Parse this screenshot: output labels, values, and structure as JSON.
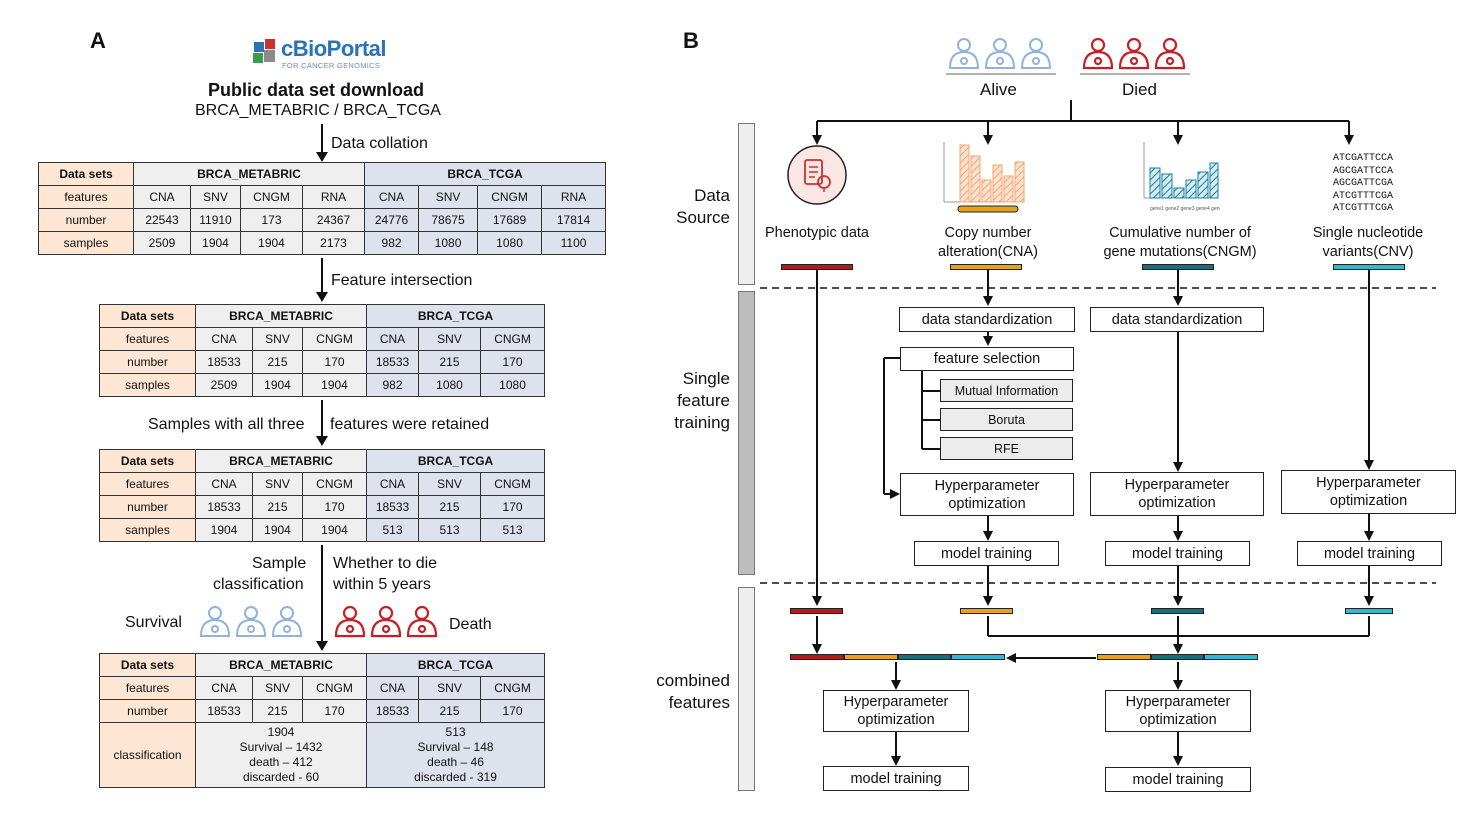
{
  "panelA": {
    "label": "A",
    "logo_text": "cBioPortal",
    "logo_subtext": "FOR CANCER GENOMICS",
    "title": "Public data set download",
    "subtitle": "BRCA_METABRIC / BRCA_TCGA",
    "step1": "Data collation",
    "step2": "Feature intersection",
    "step3_left": "Samples with all three",
    "step3_right": "features were retained",
    "step4_left_1": "Sample",
    "step4_left_2": "classification",
    "step4_right_1": "Whether to die",
    "step4_right_2": "within 5 years",
    "survival_label": "Survival",
    "death_label": "Death",
    "table1": {
      "header": [
        "Data sets",
        "BRCA_METABRIC",
        "BRCA_TCGA"
      ],
      "rows": [
        [
          "features",
          "CNA",
          "SNV",
          "CNGM",
          "RNA",
          "CNA",
          "SNV",
          "CNGM",
          "RNA"
        ],
        [
          "number",
          "22543",
          "11910",
          "173",
          "24367",
          "24776",
          "78675",
          "17689",
          "17814"
        ],
        [
          "samples",
          "2509",
          "1904",
          "1904",
          "2173",
          "982",
          "1080",
          "1080",
          "1100"
        ]
      ]
    },
    "table2": {
      "header": [
        "Data sets",
        "BRCA_METABRIC",
        "BRCA_TCGA"
      ],
      "rows": [
        [
          "features",
          "CNA",
          "SNV",
          "CNGM",
          "CNA",
          "SNV",
          "CNGM"
        ],
        [
          "number",
          "18533",
          "215",
          "170",
          "18533",
          "215",
          "170"
        ],
        [
          "samples",
          "2509",
          "1904",
          "1904",
          "982",
          "1080",
          "1080"
        ]
      ]
    },
    "table3": {
      "header": [
        "Data sets",
        "BRCA_METABRIC",
        "BRCA_TCGA"
      ],
      "rows": [
        [
          "features",
          "CNA",
          "SNV",
          "CNGM",
          "CNA",
          "SNV",
          "CNGM"
        ],
        [
          "number",
          "18533",
          "215",
          "170",
          "18533",
          "215",
          "170"
        ],
        [
          "samples",
          "1904",
          "1904",
          "1904",
          "513",
          "513",
          "513"
        ]
      ]
    },
    "table4": {
      "header": [
        "Data sets",
        "BRCA_METABRIC",
        "BRCA_TCGA"
      ],
      "rows": [
        [
          "features",
          "CNA",
          "SNV",
          "CNGM",
          "CNA",
          "SNV",
          "CNGM"
        ],
        [
          "number",
          "18533",
          "215",
          "170",
          "18533",
          "215",
          "170"
        ]
      ],
      "class_label": "classification",
      "metabric_class": [
        "1904",
        "Survival – 1432",
        "death – 412",
        "discarded - 60"
      ],
      "tcga_class": [
        "513",
        "Survival – 148",
        "death – 46",
        "discarded - 319"
      ]
    }
  },
  "panelB": {
    "label": "B",
    "alive": "Alive",
    "died": "Died",
    "side_data_source": [
      "Data",
      "Source"
    ],
    "side_single": [
      "Single",
      "feature",
      "training"
    ],
    "side_combined": [
      "combined",
      "features"
    ],
    "sources": [
      {
        "label_1": "Phenotypic data",
        "label_2": ""
      },
      {
        "label_1": "Copy number",
        "label_2": "alteration(CNA)"
      },
      {
        "label_1": "Cumulative number of",
        "label_2": "gene mutations(CNGM)"
      },
      {
        "label_1": "Single nucleotide",
        "label_2": "variants(CNV)"
      }
    ],
    "seq_lines": [
      "ATCGATTCCA",
      "AGCGATTCCA",
      "AGCGATTCGA",
      "ATCGTTTCGA",
      "ATCGTTTCGA"
    ],
    "data_standardization": "data standardization",
    "feature_selection": "feature selection",
    "fs_methods": [
      "Mutual Information",
      "Boruta",
      "RFE"
    ],
    "hyperparameter_1": "Hyperparameter",
    "hyperparameter_2": "optimization",
    "model_training": "model training",
    "colors": {
      "red": "#b01c1c",
      "orange": "#e8a21a",
      "teal": "#1d6c80",
      "cyan": "#30b8d6",
      "alive_blue": "#8fb3dd",
      "died_red": "#c42025"
    }
  }
}
